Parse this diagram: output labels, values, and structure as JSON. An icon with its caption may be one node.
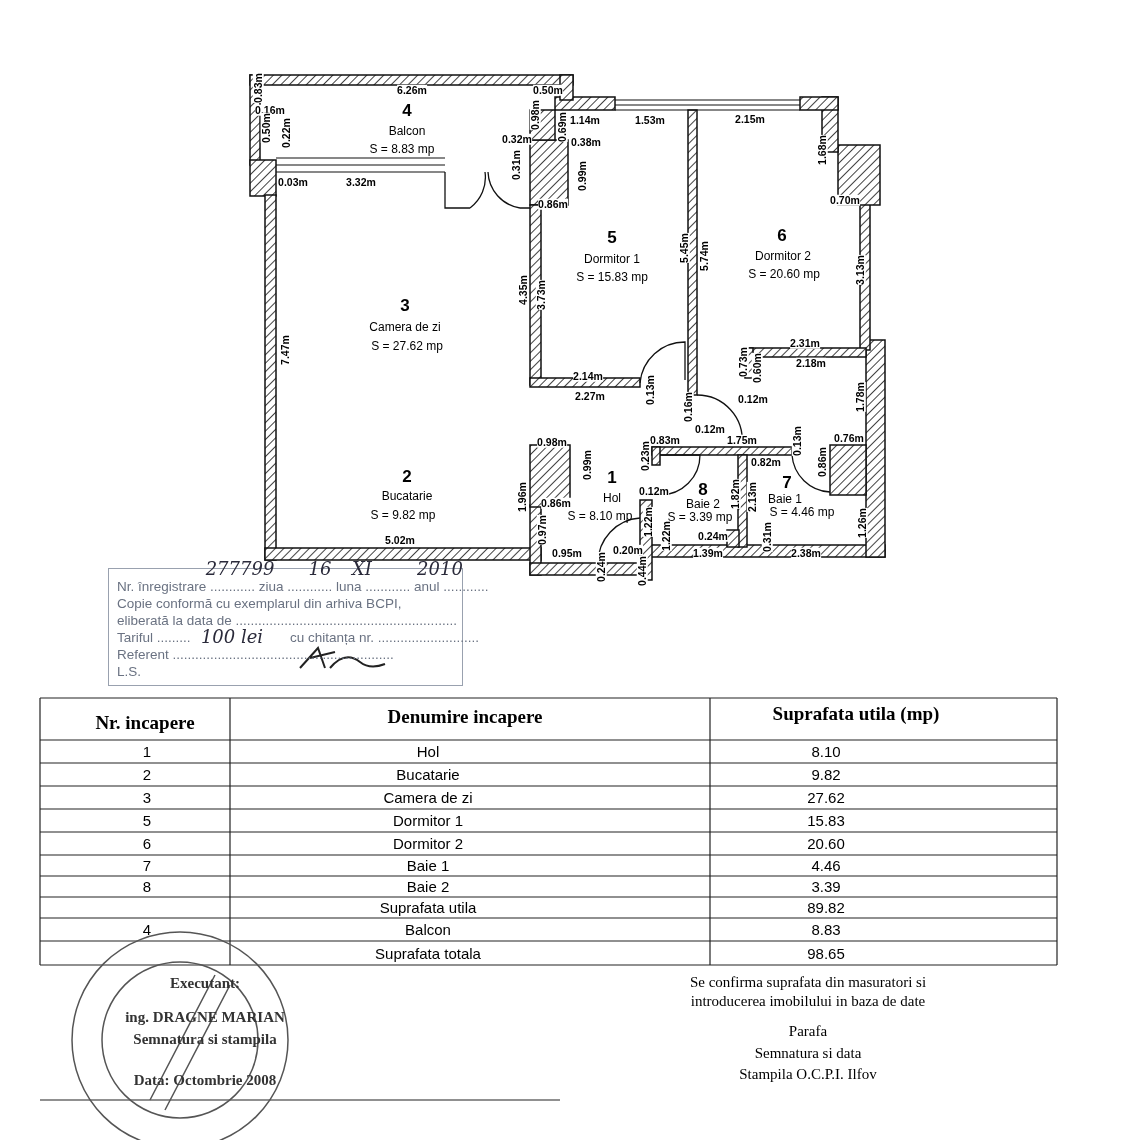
{
  "diagram": {
    "labels": [
      "0.83m",
      "6.26m",
      "4",
      "0.16m",
      "Balcon",
      "0.50m",
      "0.22m",
      "S = 8.83 mp",
      "0.03m",
      "3.32m",
      "0.50m",
      "0.98m",
      "0.32m",
      "0.31m",
      "1.14m",
      "0.69m",
      "0.38m",
      "0.99m",
      "0.86m",
      "1.53m",
      "2.15m",
      "1.68m",
      "0.70m",
      "5",
      "Dormitor 1",
      "S = 15.83 mp",
      "6",
      "Dormitor 2",
      "S = 20.60 mp",
      "5.45m",
      "5.74m",
      "3.13m",
      "4.35m",
      "3.73m",
      "3",
      "Camera de zi",
      "S = 27.62 mp",
      "7.47m",
      "2.31m",
      "2.18m",
      "0.73m",
      "0.60m",
      "2.14m",
      "2.27m",
      "0.13m",
      "0.16m",
      "0.12m",
      "1.78m",
      "0.12m",
      "0.98m",
      "0.83m",
      "1.75m",
      "0.13m",
      "0.76m",
      "0.99m",
      "0.23m",
      "0.82m",
      "0.86m",
      "2",
      "1",
      "0.12m",
      "8",
      "7",
      "Bucatarie",
      "1.96m",
      "0.86m",
      "Hol",
      "Baie 2",
      "1.82m",
      "2.13m",
      "Baie 1",
      "S = 9.82 mp",
      "S = 8.10 mp",
      "S = 3.39 mp",
      "S = 4.46 mp",
      "0.97m",
      "1.22m",
      "1.22m",
      "0.24m",
      "1.26m",
      "0.31m",
      "5.02m",
      "0.95m",
      "0.20m",
      "1.39m",
      "2.38m",
      "0.24m",
      "0.44m",
      "Nr. înregistrare ............ ziua ............ luna ............ anul ............",
      "Copie conformă cu exemplarul din arhiva BCPI,",
      "eliberată la data de ...........................................................",
      "Tariful .........",
      "cu chitanța nr. ...........................",
      "Referent ...........................................................",
      "L.S.",
      "277799",
      "16",
      "XI",
      "2010",
      "100 lei",
      "Nr. incapere",
      "Denumire incapere",
      "Suprafata utila (mp)",
      "1",
      "Hol",
      "8.10",
      "2",
      "Bucatarie",
      "9.82",
      "3",
      "Camera de zi",
      "27.62",
      "5",
      "Dormitor 1",
      "15.83",
      "6",
      "Dormitor 2",
      "20.60",
      "7",
      "Baie 1",
      "4.46",
      "8",
      "Baie 2",
      "3.39",
      "Suprafata utila",
      "89.82",
      "4",
      "Balcon",
      "8.83",
      "Suprafata totala",
      "98.65",
      "Executant:",
      "ing. DRAGNE MARIAN",
      "Semnatura si stampila",
      "Data: Octombrie 2008",
      "Se confirma suprafata din masuratori si introducerea imobilului in baza de date",
      "Parafa",
      "Semnatura si data",
      "Stampila O.C.P.I. Ilfov"
    ]
  }
}
